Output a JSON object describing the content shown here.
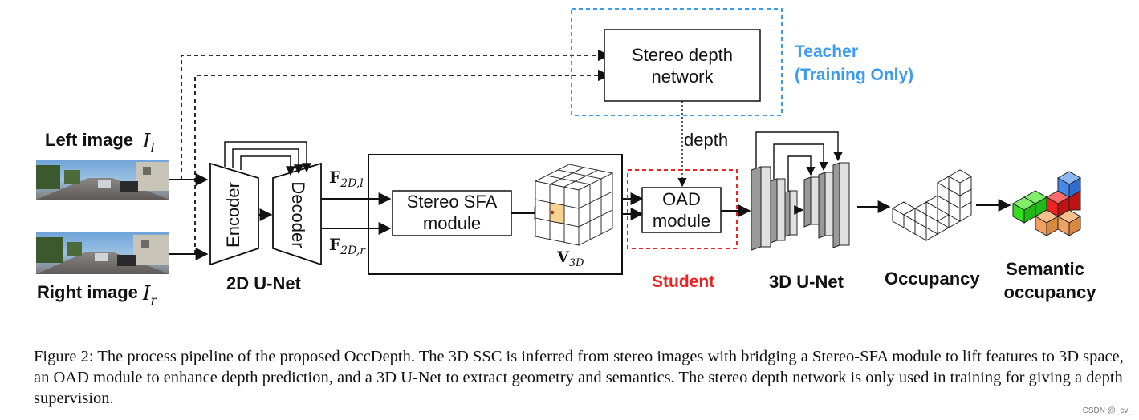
{
  "labels": {
    "left_image": "Left image",
    "left_image_sym": "I",
    "left_image_sub": "l",
    "right_image": "Right image",
    "right_image_sym": "I",
    "right_image_sub": "r",
    "encoder": "Encoder",
    "decoder": "Decoder",
    "unet2d": "2D U-Net",
    "f_left": "F",
    "f_left_sub": "2D,l",
    "f_right": "F",
    "f_right_sub": "2D,r",
    "sfa_line1": "Stereo SFA",
    "sfa_line2": "module",
    "v3d": "V",
    "v3d_sub": "3D",
    "stereo_line1": "Stereo depth",
    "stereo_line2": "network",
    "teacher_line1": "Teacher",
    "teacher_line2": "(Training Only)",
    "depth": "depth",
    "oad_line1": "OAD",
    "oad_line2": "module",
    "student": "Student",
    "unet3d": "3D U-Net",
    "occupancy": "Occupancy",
    "semantic_line1": "Semantic",
    "semantic_line2": "occupancy"
  },
  "colors": {
    "teacher": "#3b9bef",
    "student": "#ee2222",
    "voxel_highlight": "#f6d48e",
    "sem_green": "#33dd22",
    "sem_red": "#ee2222",
    "sem_blue": "#4488ee",
    "sem_orange": "#f0a060"
  },
  "caption": "Figure 2: The process pipeline of the proposed OccDepth. The 3D SSC is inferred from stereo images with bridging a Stereo-SFA module to lift features to 3D space, an OAD module to enhance depth prediction, and a 3D U-Net to extract geometry and semantics. The stereo depth network is only used in training for giving a depth supervision.",
  "watermark": "CSDN @_cv_"
}
